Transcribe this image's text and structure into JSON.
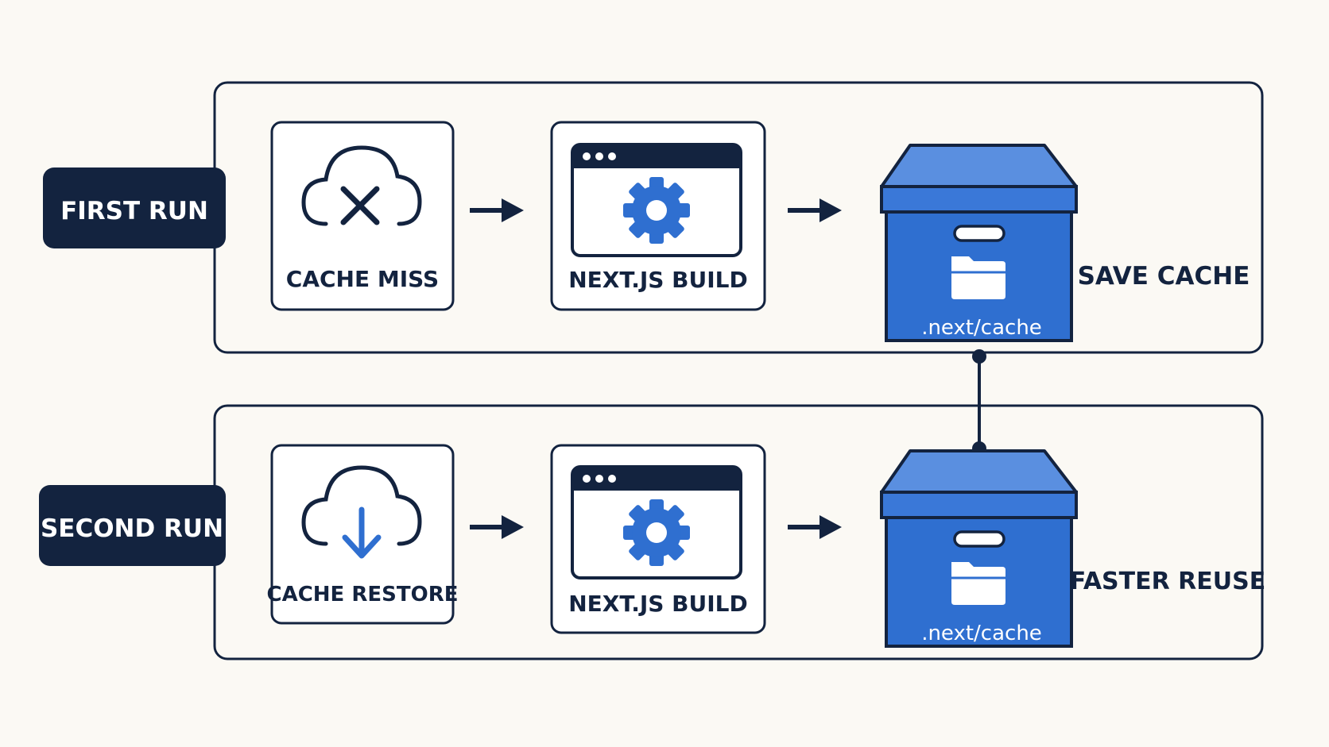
{
  "colors": {
    "background": "#fbf9f4",
    "navy": "#13233f",
    "blue": "#2f6fd0",
    "blue_light": "#5a8fe0",
    "white": "#ffffff"
  },
  "first_run": {
    "badge": "FIRST RUN",
    "step1": {
      "icon": "cloud-x-icon",
      "label": "CACHE MISS"
    },
    "step2": {
      "icon": "browser-gear-icon",
      "label": "NEXT.JS BUILD"
    },
    "box": {
      "icon": "storage-box-icon",
      "path": ".next/cache"
    },
    "result": "SAVE CACHE"
  },
  "second_run": {
    "badge": "SECOND RUN",
    "step1": {
      "icon": "cloud-download-icon",
      "label": "CACHE RESTORE"
    },
    "step2": {
      "icon": "browser-gear-icon",
      "label": "NEXT.JS BUILD"
    },
    "box": {
      "icon": "storage-box-icon",
      "path": ".next/cache"
    },
    "result": "FASTER REUSE"
  }
}
